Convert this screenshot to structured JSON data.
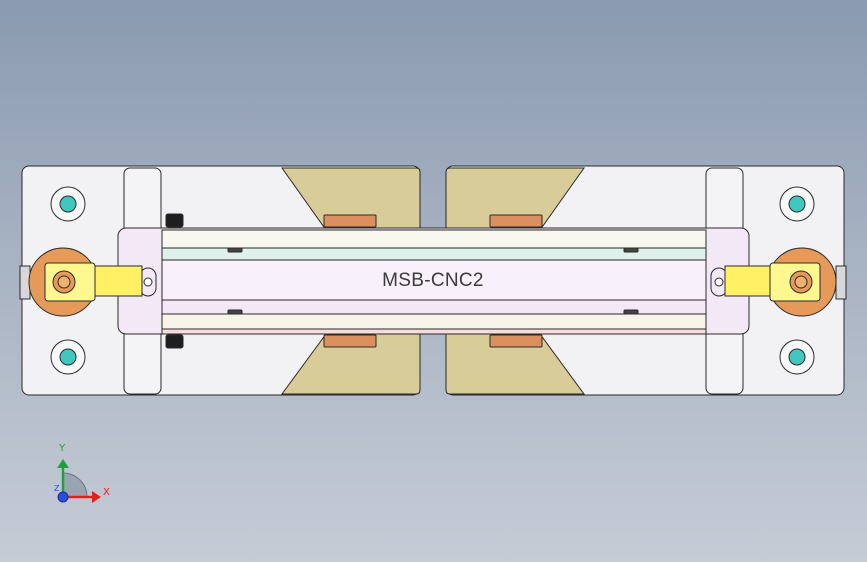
{
  "model": {
    "part_label": "MSB-CNC2"
  },
  "triad": {
    "x_label": "X",
    "y_label": "Y",
    "z_label": "Z"
  },
  "colors": {
    "background_top": "#8a9ab0",
    "background_bottom": "#c6ccd6",
    "plate": "#f2f2f4",
    "guide": "#d8cd98",
    "pad": "#dc9060",
    "carriage": "#f3e8f5",
    "rail_top": "#e0f0ec",
    "rail_bottom": "#f6dcdc",
    "clamp_arm": "#fff890",
    "clamp_pivot": "#e69a5a",
    "hole": "#40c8c0",
    "axis_x": "#e02020",
    "axis_y": "#20a040",
    "axis_z": "#2b4ed8"
  }
}
